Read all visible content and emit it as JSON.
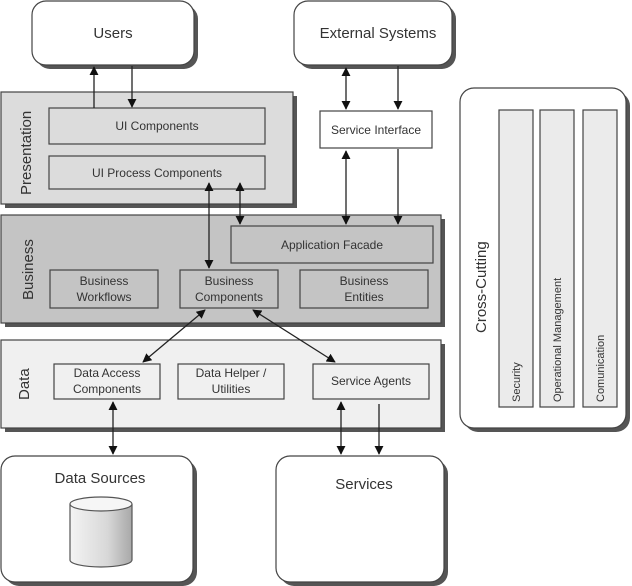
{
  "external": {
    "users": "Users",
    "external_systems": "External Systems",
    "data_sources": "Data Sources",
    "services": "Services"
  },
  "presentation": {
    "title": "Presentation",
    "ui_components": "UI Components",
    "ui_process_components": "UI Process Components"
  },
  "service_interface": "Service Interface",
  "business": {
    "title": "Business",
    "application_facade": "Application Facade",
    "workflows": [
      "Business",
      "Workflows"
    ],
    "components": [
      "Business",
      "Components"
    ],
    "entities": [
      "Business",
      "Entities"
    ]
  },
  "data": {
    "title": "Data",
    "access_components": [
      "Data Access",
      "Components"
    ],
    "helper_utilities": [
      "Data Helper /",
      "Utilities"
    ],
    "service_agents": "Service Agents"
  },
  "cross_cutting": {
    "title": "Cross-Cutting",
    "columns": [
      "Security",
      "Operational Management",
      "Comunication"
    ]
  },
  "colors": {
    "presentation_fill": "#dcdcdc",
    "business_fill": "#c4c4c4",
    "data_fill": "#f0f0f0",
    "cross_column_fill": "#ebebeb",
    "box_fill": "#ffffff"
  }
}
